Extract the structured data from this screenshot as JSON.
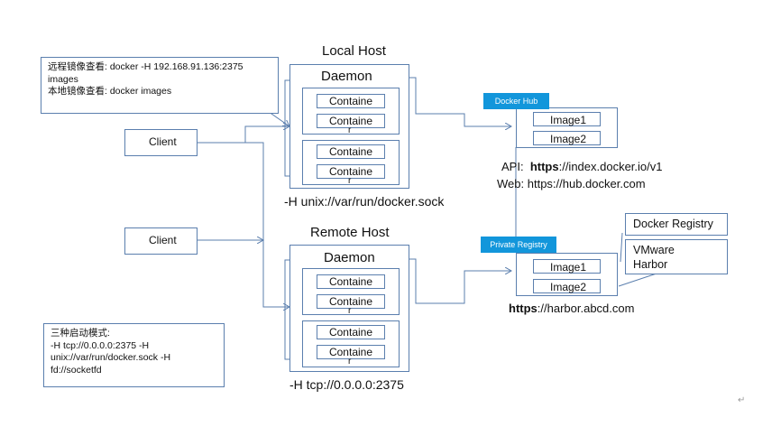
{
  "remote_note": {
    "line1": "远程镜像查看: docker -H 192.168.91.136:2375",
    "line2": "images",
    "line3": "本地镜像查看: docker images"
  },
  "modes_note": {
    "line1": "三种启动模式:",
    "line2": "-H tcp://0.0.0.0:2375 -H",
    "line3": "unix://var/run/docker.sock -H",
    "line4": "fd://socketfd"
  },
  "clients": [
    "Client",
    "Client"
  ],
  "local_host": {
    "title": "Local Host",
    "daemon": "Daemon",
    "container_label": "Containe",
    "overflow_char": "r",
    "caption": "-H  unix://var/run/docker.sock"
  },
  "remote_host": {
    "title": "Remote Host",
    "daemon": "Daemon",
    "container_label": "Containe",
    "overflow_char": "r",
    "caption": "-H  tcp://0.0.0.0:2375"
  },
  "docker_hub": {
    "tag": "Docker Hub",
    "images": [
      "Image1",
      "Image2"
    ],
    "api_label": "API:",
    "api_scheme": "https",
    "api_rest": "://index.docker.io/v1",
    "web_label": "Web:",
    "web_url": "https://hub.docker.com"
  },
  "private_registry": {
    "tag": "Private Registry",
    "images": [
      "Image1",
      "Image2"
    ],
    "url_scheme": "https",
    "url_rest": "://harbor.abcd.com"
  },
  "callouts": {
    "docker_registry": "Docker Registry",
    "vmware_line1": "VMware",
    "vmware_line2": "Harbor"
  },
  "corner_mark": "↵",
  "colors": {
    "line": "#5b7fae",
    "tag": "#1296db"
  }
}
